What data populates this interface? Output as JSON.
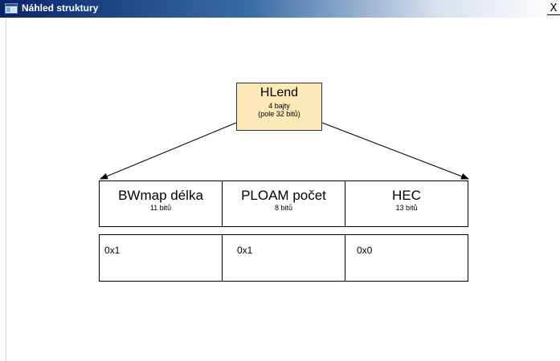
{
  "window": {
    "title": "Náhled struktury",
    "close_label": "X"
  },
  "colors": {
    "titlebar_start": "#0a246a",
    "header_fill": "#fde9b8"
  },
  "icons": {
    "app": "window-icon",
    "close": "close-icon"
  },
  "header": {
    "name": "HLend",
    "size": "4 bajty",
    "bits": "(pole 32 bitů)"
  },
  "fields": [
    {
      "name": "BWmap délka",
      "bits": "11 bitů",
      "value": "0x1"
    },
    {
      "name": "PLOAM počet",
      "bits": "8 bitů",
      "value": "0x1"
    },
    {
      "name": "HEC",
      "bits": "13 bitů",
      "value": "0x0"
    }
  ]
}
